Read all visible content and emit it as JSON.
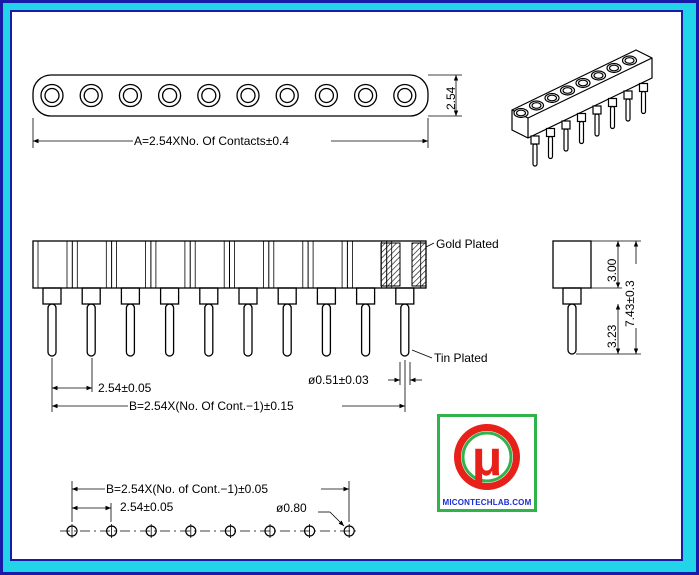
{
  "labels": {
    "dim_width_top": "2.54",
    "dim_length_top": "A=2.54XNo. Of Contacts±0.4",
    "gold_plated": "Gold Plated",
    "tin_plated": "Tin Plated",
    "pitch_front": "2.54±0.05",
    "pin_diameter": "ø0.51±0.03",
    "dim_b_front": "B=2.54X(No. Of Cont.−1)±0.15",
    "side_upper": "3.00",
    "side_total": "7.43±0.3",
    "side_lower": "3.23",
    "dim_b_bottom": "B=2.54X(No. of Cont.−1)±0.05",
    "pitch_bottom": "2.54±0.05",
    "hole_diameter": "ø0.80"
  },
  "logo": {
    "symbol": "μ",
    "text": "MICONTECHLAB.COM"
  },
  "colors": {
    "frame": "#21d4e8",
    "border": "#1a1aa8",
    "logo_green": "#2fb34a",
    "logo_red": "#e8201a",
    "logo_text": "#1a2fd0"
  }
}
